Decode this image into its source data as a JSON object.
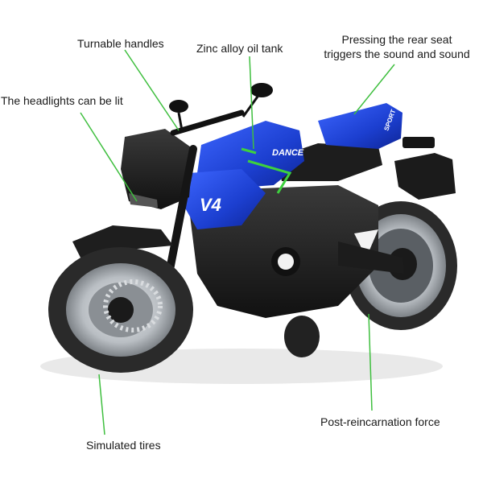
{
  "callouts": {
    "handles": "Turnable handles",
    "tank": "Zinc alloy oil tank",
    "seat_line1": "Pressing the rear seat",
    "seat_line2": "triggers the sound and sound",
    "headlights": "The headlights can be lit",
    "force": "Post-reincarnation force",
    "tires": "Simulated tires"
  },
  "bike": {
    "decal_model": "V4",
    "decal_tank": "DANCE",
    "decal_seat": "SPORT"
  },
  "colors": {
    "callout_line": "#3fbf3f",
    "body_blue": "#1c3fd0",
    "body_black": "#222222",
    "tire": "#2a2a2a",
    "rim": "#bfc4c9",
    "accent_green": "#3ed13e"
  }
}
